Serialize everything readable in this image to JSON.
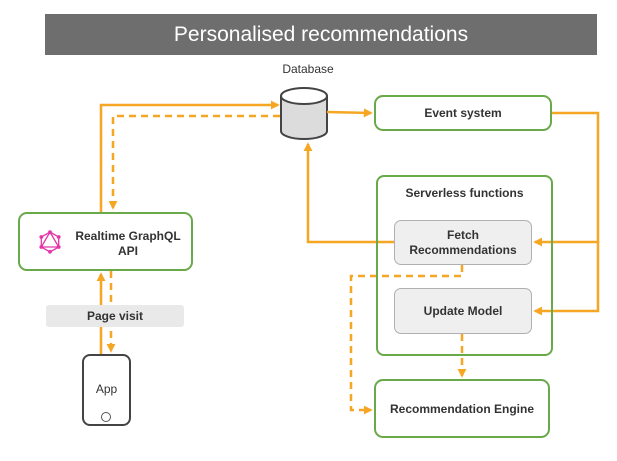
{
  "banner": {
    "title": "Personalised recommendations"
  },
  "database": {
    "label": "Database"
  },
  "event_system": {
    "label": "Event system"
  },
  "serverless": {
    "title": "Serverless functions",
    "fetch_label": "Fetch Recommendations",
    "update_label": "Update Model"
  },
  "graphql": {
    "label": "Realtime GraphQL API"
  },
  "page_visit": {
    "label": "Page visit"
  },
  "app": {
    "label": "App"
  },
  "engine": {
    "label": "Recommendation Engine"
  },
  "colors": {
    "arrow": "#f5a623",
    "box_border": "#6aa94a",
    "banner_bg": "#6e6e6e",
    "function_bg": "#efefef",
    "graphql_logo": "#e535ab"
  },
  "icons": {
    "graphql": "graphql-logo-icon",
    "database": "database-cylinder-icon",
    "app": "phone-icon"
  }
}
